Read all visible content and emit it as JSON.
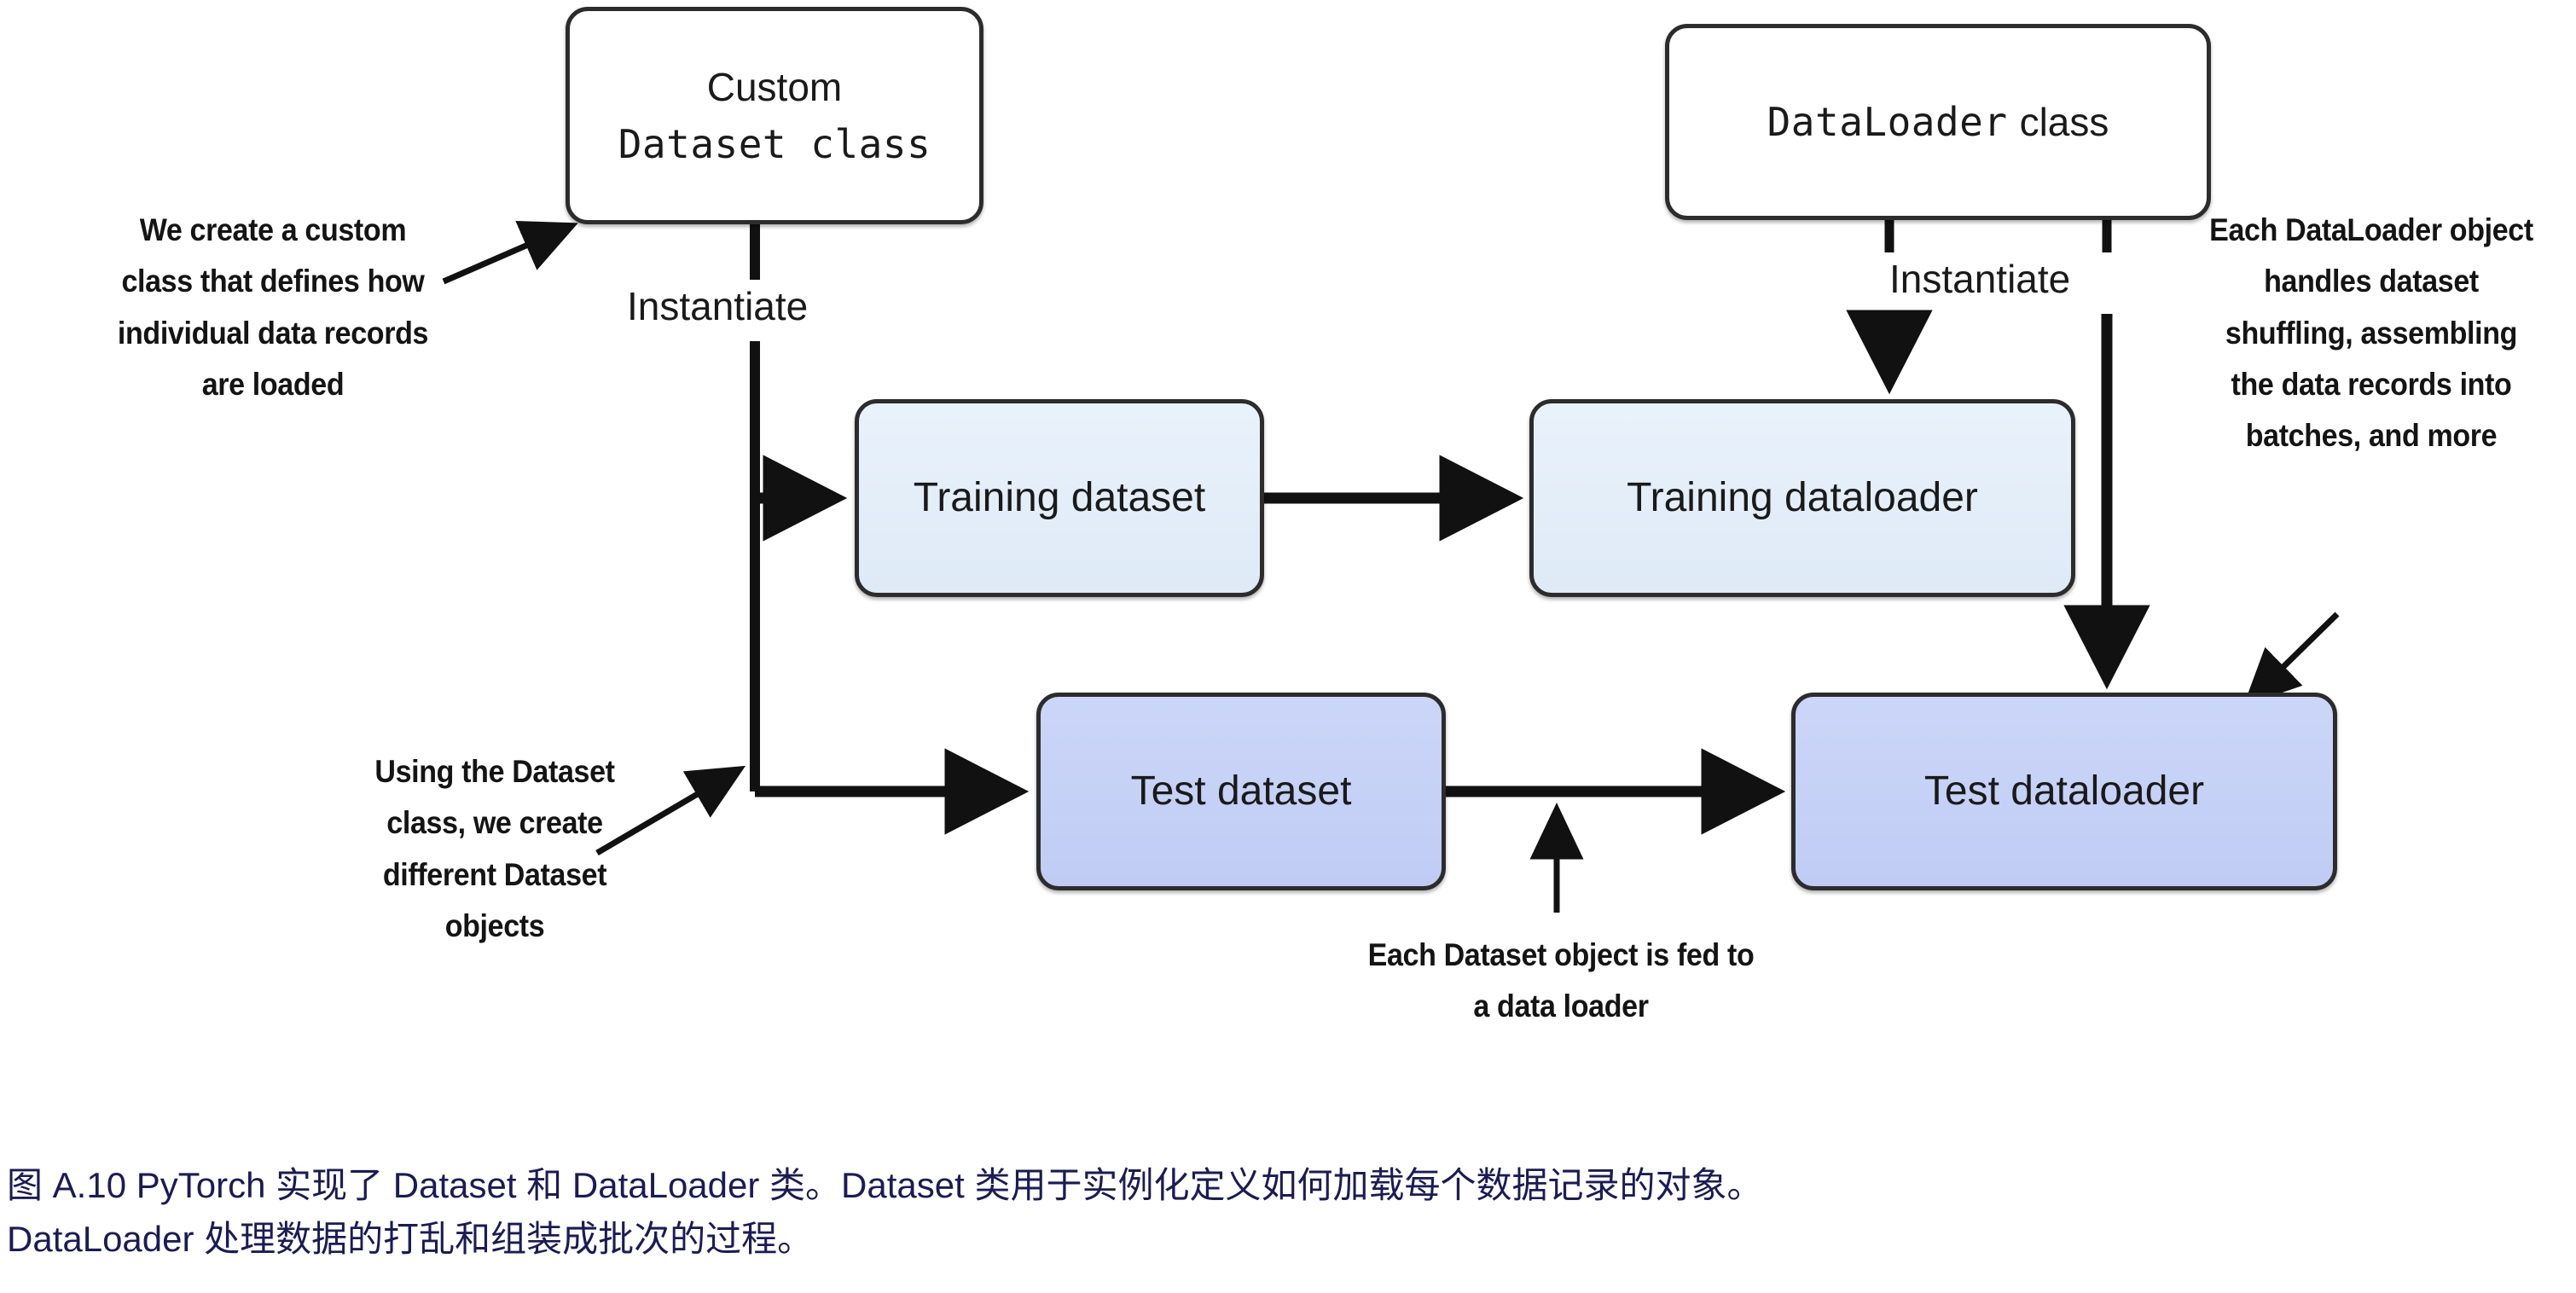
{
  "figure": {
    "type": "flow-diagram",
    "background_color": "#ffffff",
    "nodes": [
      {
        "id": "custom-dataset-class",
        "line1": "Custom",
        "line2": "Dataset class",
        "fill": "#ffffff",
        "border_color": "#2c2c2c",
        "shape": "rounded-rectangle"
      },
      {
        "id": "dataloader-class",
        "mono_part": "DataLoader",
        "sans_part": "class",
        "fill": "#ffffff",
        "border_color": "#2c2c2c",
        "shape": "rounded-rectangle"
      },
      {
        "id": "training-dataset",
        "label": "Training dataset",
        "fill": "#e3eef9",
        "border_color": "#2c2c2c",
        "shape": "rounded-rectangle"
      },
      {
        "id": "training-dataloader",
        "label": "Training dataloader",
        "fill": "#e3eef9",
        "border_color": "#2c2c2c",
        "shape": "rounded-rectangle"
      },
      {
        "id": "test-dataset",
        "label": "Test dataset",
        "fill": "#c6d1f6",
        "border_color": "#2c2c2c",
        "shape": "rounded-rectangle"
      },
      {
        "id": "test-dataloader",
        "label": "Test dataloader",
        "fill": "#c6d1f6",
        "border_color": "#2c2c2c",
        "shape": "rounded-rectangle"
      }
    ],
    "edge_labels": {
      "instantiate_left": "Instantiate",
      "instantiate_right": "Instantiate"
    },
    "edges": [
      {
        "from": "custom-dataset-class",
        "to": "training-dataset",
        "label": "Instantiate"
      },
      {
        "from": "custom-dataset-class",
        "to": "test-dataset",
        "label": "Instantiate"
      },
      {
        "from": "training-dataset",
        "to": "training-dataloader",
        "label": ""
      },
      {
        "from": "test-dataset",
        "to": "test-dataloader",
        "label": ""
      },
      {
        "from": "dataloader-class",
        "to": "training-dataloader",
        "label": "Instantiate"
      },
      {
        "from": "dataloader-class",
        "to": "test-dataloader",
        "label": "Instantiate"
      }
    ],
    "annotations": {
      "we_create": "We create a custom class that defines how individual data records are loaded",
      "using_dataset": "Using the Dataset class, we create different Dataset objects",
      "each_dataloader": "Each DataLoader object handles dataset shuffling, assembling the data records into batches, and more",
      "each_dataset": "Each Dataset object is fed to a data loader"
    }
  },
  "caption": {
    "color": "#1b1b55",
    "line1": "图 A.10 PyTorch 实现了 Dataset 和 DataLoader 类。Dataset 类用于实例化定义如何加载每个数据记录的对象。",
    "line2": "DataLoader 处理数据的打乱和组装成批次的过程。"
  }
}
